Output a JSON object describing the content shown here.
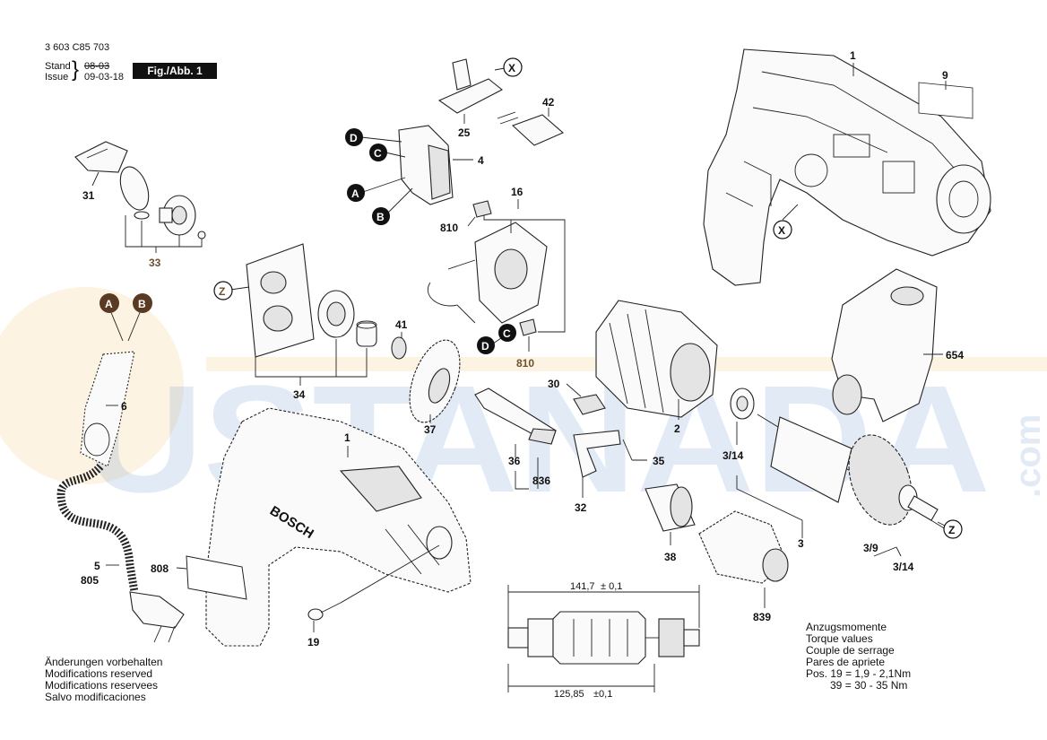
{
  "header": {
    "doc_number": "3 603 C85 703",
    "stand_label": "Stand",
    "stand_value": "08-03",
    "issue_label": "Issue",
    "issue_value": "09-03-18",
    "figure_badge": "Fig./Abb. 1"
  },
  "watermark": {
    "text": "USTANADA",
    "suffix": ".com",
    "color": "#4f86c6",
    "accent": "#f0b44c"
  },
  "part_labels": {
    "p1_housing": "1",
    "p9": "9",
    "p42": "42",
    "p25": "25",
    "p4": "4",
    "p31": "31",
    "p33": "33",
    "p16": "16",
    "p810a": "810",
    "p810b": "810",
    "p41": "41",
    "p34": "34",
    "p37": "37",
    "p30": "30",
    "p35": "35",
    "p36": "36",
    "p836": "836",
    "p32": "32",
    "p2": "2",
    "p314a": "3/14",
    "p654": "654",
    "p6": "6",
    "p5": "5",
    "p805": "805",
    "p1_drill": "1",
    "p808": "808",
    "p19": "19",
    "p38": "38",
    "p839": "839",
    "p3": "3",
    "p39": "3/9",
    "p314b": "3/14"
  },
  "ref_markers": {
    "x_top": "X",
    "x_housing": "X",
    "z_left": "Z",
    "z_right": "Z",
    "d_switch": "D",
    "c_switch": "C",
    "a_switch": "A",
    "b_switch": "B",
    "a_cable": "A",
    "b_cable": "B",
    "d_field": "D",
    "c_field": "C"
  },
  "brand": "BOSCH",
  "dimensions": {
    "top": "141,7",
    "top_tol": "± 0,1",
    "bottom": "125,85",
    "bottom_tol": "±0,1"
  },
  "notes_left": [
    "Änderungen vorbehalten",
    "Modifications reserved",
    "Modifications reservees",
    "Salvo modificaciones"
  ],
  "torque": {
    "lines": [
      "Anzugsmomente",
      "Torque values",
      "Couple de serrage",
      "Pares de apriete"
    ],
    "pos_label": "Pos.",
    "row1_pos": "19",
    "row1_eq": "=",
    "row1_value": "1,9  -  2,1Nm",
    "row2_pos": "39",
    "row2_eq": "=",
    "row2_value": "30  -  35 Nm"
  }
}
